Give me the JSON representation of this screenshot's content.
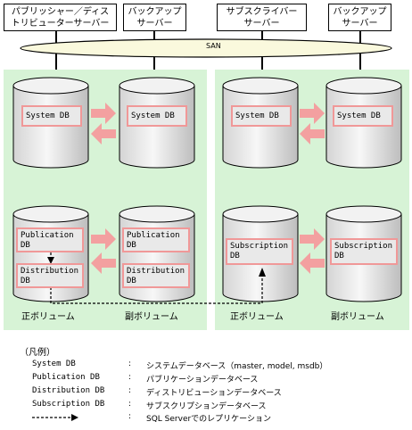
{
  "servers": [
    {
      "line1": "パブリッシャー／ディス",
      "line2": "トリビューターサーバー"
    },
    {
      "line1": "バックアップ",
      "line2": "サーバー"
    },
    {
      "line1": "サブスクライバー",
      "line2": "サーバー"
    },
    {
      "line1": "バックアップ",
      "line2": "サーバー"
    }
  ],
  "san_label": "SAN",
  "left_panel": {
    "top_left_db": "System DB",
    "top_right_db": "System DB",
    "publication_left": "Publication DB",
    "distribution_left": "Distribution DB",
    "publication_right": "Publication DB",
    "distribution_right": "Distribution DB",
    "primary_volume": "正ボリューム",
    "secondary_volume": "副ボリューム"
  },
  "right_panel": {
    "top_left_db": "System DB",
    "top_right_db": "System DB",
    "subscription_left": "Subscription DB",
    "subscription_right": "Subscription DB",
    "primary_volume": "正ボリューム",
    "secondary_volume": "副ボリューム"
  },
  "legend": {
    "title": "（凡例）",
    "items": [
      {
        "term": "System DB",
        "colon": ":",
        "desc": "システムデータベース（master, model, msdb）"
      },
      {
        "term": "Publication DB",
        "colon": ":",
        "desc": "パブリケーションデータベース"
      },
      {
        "term": "Distribution DB",
        "colon": ":",
        "desc": "ディストリビューションデータベース"
      },
      {
        "term": "Subscription DB",
        "colon": ":",
        "desc": "サブスクリプションデータベース"
      },
      {
        "term": "",
        "colon": ":",
        "desc": "SQL Serverでのレプリケーション"
      }
    ]
  },
  "colors": {
    "panel": "#d7f3d6",
    "arrow": "#f3a0a0",
    "box_border": "#f09898"
  }
}
